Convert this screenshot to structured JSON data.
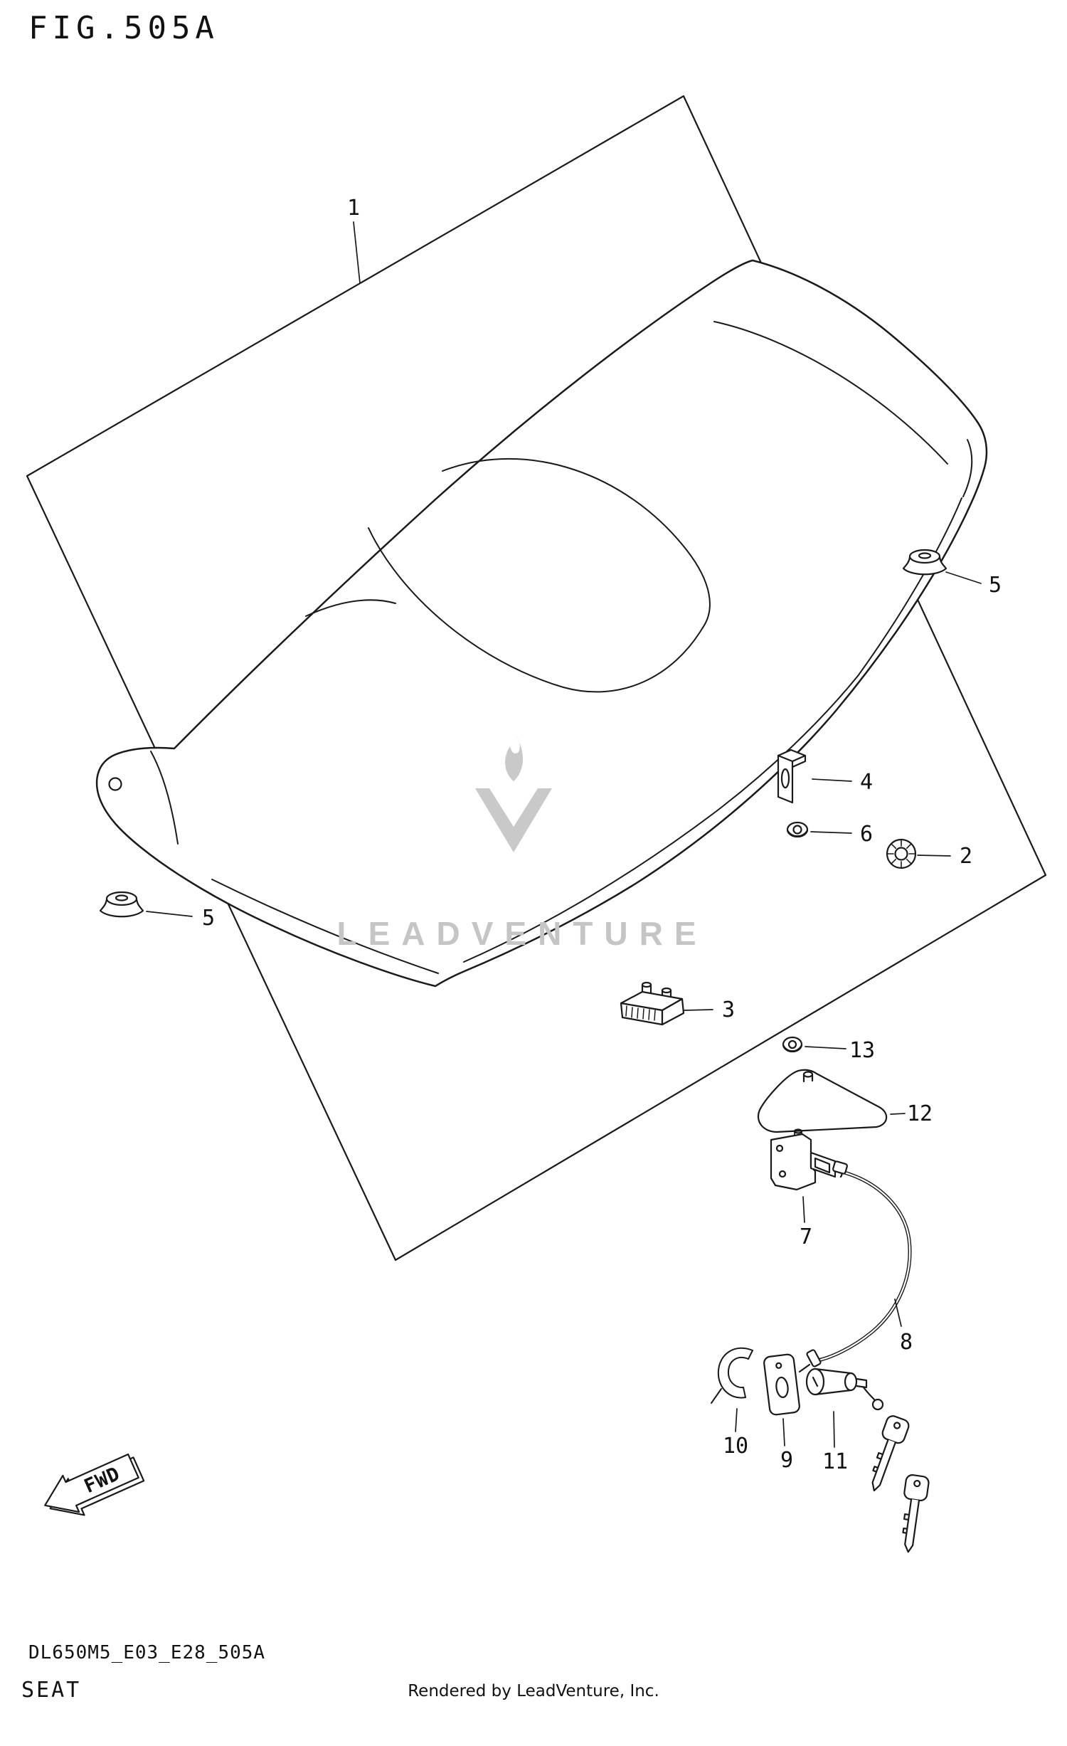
{
  "title": "FIG.505A",
  "watermark": {
    "text": "LEADVENTURE"
  },
  "fwd_arrow": {
    "label": "FWD"
  },
  "callouts": [
    {
      "num": "1"
    },
    {
      "num": "2"
    },
    {
      "num": "3"
    },
    {
      "num": "4"
    },
    {
      "num": "5"
    },
    {
      "num": "5"
    },
    {
      "num": "6"
    },
    {
      "num": "7"
    },
    {
      "num": "8"
    },
    {
      "num": "9"
    },
    {
      "num": "10"
    },
    {
      "num": "11"
    },
    {
      "num": "12"
    },
    {
      "num": "13"
    }
  ],
  "footer": {
    "part_code": "DL650M5_E03_E28_505A",
    "figure_title": "SEAT",
    "credit": "Rendered by LeadVenture, Inc."
  },
  "colors": {
    "line": "#1a1a1a",
    "watermark": "#c6c6c6",
    "background": "#ffffff"
  }
}
